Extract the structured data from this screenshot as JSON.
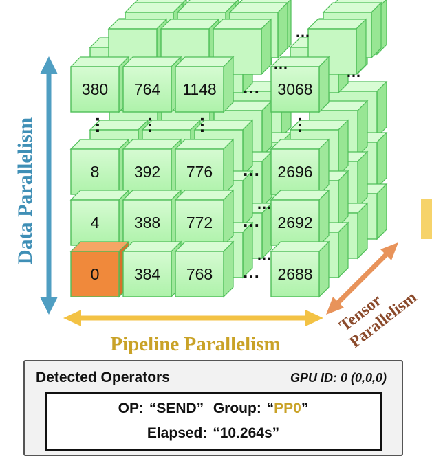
{
  "axes": {
    "data_parallelism": "Data Parallelism",
    "pipeline_parallelism": "Pipeline Parallelism",
    "tensor_parallelism_line1": "Tensor",
    "tensor_parallelism_line2": "Parallelism"
  },
  "grid": {
    "row_top": [
      "380",
      "764",
      "1148",
      "3068"
    ],
    "row_8": [
      "8",
      "392",
      "776",
      "2696"
    ],
    "row_4": [
      "4",
      "388",
      "772",
      "2692"
    ],
    "row_0": [
      "0",
      "384",
      "768",
      "2688"
    ]
  },
  "ellipsis": "…",
  "colors": {
    "cube_green": "#b7f7b4",
    "cube_border": "#4fbf59",
    "highlight_orange": "#f0893b",
    "data_arrow": "#4f9ec2",
    "pipeline_arrow": "#f3c244",
    "tensor_arrow": "#e8935a",
    "pipeline_text": "#c9a227",
    "tensor_text": "#8b4a2b",
    "group_value": "#c9a227"
  },
  "panel": {
    "title": "Detected Operators",
    "gpu_id": "GPU ID: 0 (0,0,0)",
    "op_label": "OP:",
    "op_value": "SEND",
    "group_label": "Group:",
    "group_value": "PP0",
    "elapsed_label": "Elapsed:",
    "elapsed_value": "10.264s"
  }
}
